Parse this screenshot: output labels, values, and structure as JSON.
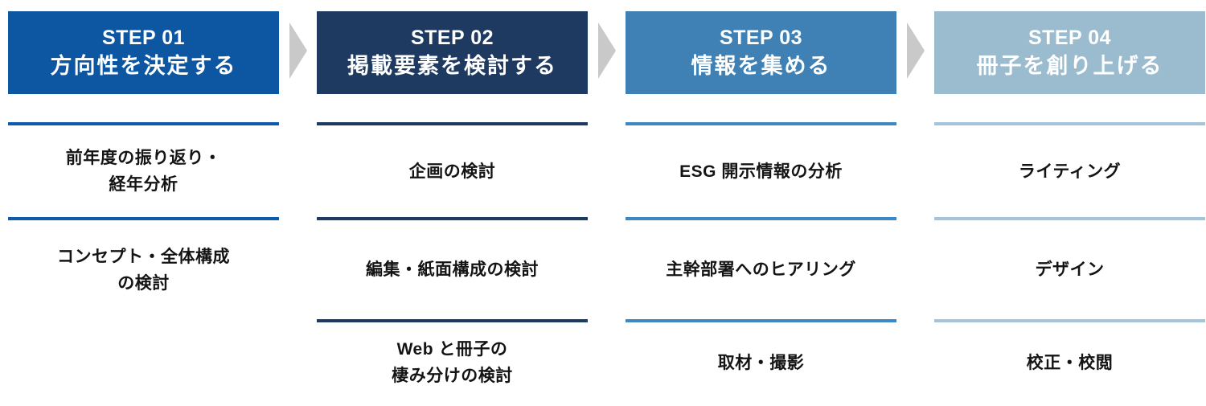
{
  "diagram": {
    "arrow_color": "#c9c9c9",
    "text_color": "#141414",
    "background_color": "#ffffff",
    "columns": [
      {
        "step_label": "STEP 01",
        "title": "方向性を決定する",
        "header_bg": "#0d56a1",
        "line_color": "#0f5aad",
        "items": [
          {
            "lines": [
              "前年度の振り返り・",
              "経年分析"
            ]
          },
          {
            "lines": [
              "コンセプト・全体構成",
              "の検討"
            ]
          }
        ]
      },
      {
        "step_label": "STEP 02",
        "title": "掲載要素を検討する",
        "header_bg": "#1e3a61",
        "line_color": "#1c3a64",
        "items": [
          {
            "lines": [
              "企画の検討"
            ]
          },
          {
            "lines": [
              "編集・紙面構成の検討"
            ]
          },
          {
            "lines": [
              "Web と冊子の",
              "棲み分けの検討"
            ]
          }
        ]
      },
      {
        "step_label": "STEP 03",
        "title": "情報を集める",
        "header_bg": "#3f81b5",
        "line_color": "#3d88c4",
        "items": [
          {
            "lines": [
              "ESG 開示情報の分析"
            ]
          },
          {
            "lines": [
              "主幹部署へのヒアリング"
            ]
          },
          {
            "lines": [
              "取材・撮影"
            ]
          }
        ]
      },
      {
        "step_label": "STEP 04",
        "title": "冊子を創り上げる",
        "header_bg": "#9bbbce",
        "line_color": "#a4c5d9",
        "items": [
          {
            "lines": [
              "ライティング"
            ]
          },
          {
            "lines": [
              "デザイン"
            ]
          },
          {
            "lines": [
              "校正・校閲"
            ]
          }
        ]
      }
    ]
  }
}
